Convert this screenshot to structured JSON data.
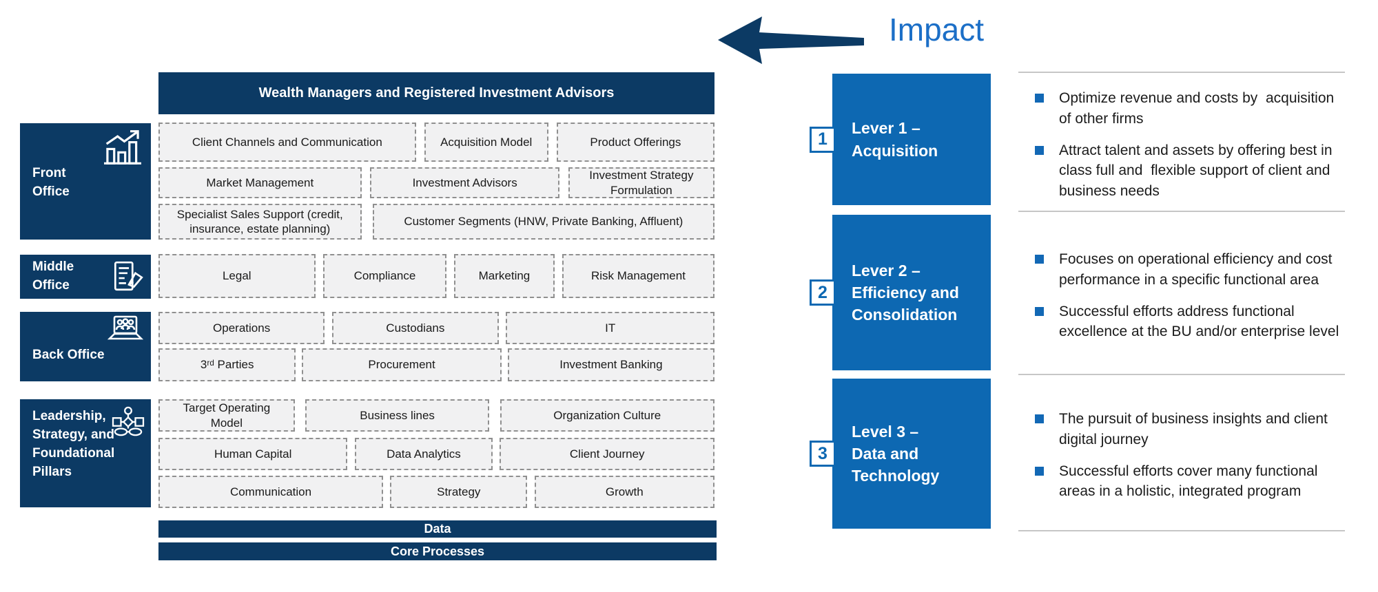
{
  "colors": {
    "navy": "#0C3A64",
    "lever_blue": "#0D68B2",
    "impact_blue": "#1C6FC7",
    "box_fill": "#F1F1F2",
    "box_border": "#8F8F8F",
    "separator": "#C6C6C6"
  },
  "impact": {
    "label": "Impact"
  },
  "matrix": {
    "header": "Wealth Managers and Registered Investment Advisors",
    "groups": [
      {
        "label": "Front\nOffice",
        "icon": "bar-chart-growth-icon",
        "rows": [
          [
            "Client Channels and Communication",
            "Acquisition Model",
            "Product Offerings"
          ],
          [
            "Market Management",
            "Investment Advisors",
            "Investment Strategy Formulation"
          ],
          [
            "Specialist Sales Support (credit, insurance, estate planning)",
            "Customer Segments (HNW, Private Banking, Affluent)"
          ]
        ]
      },
      {
        "label": "Middle\nOffice",
        "icon": "document-pen-icon",
        "rows": [
          [
            "Legal",
            "Compliance",
            "Marketing",
            "Risk Management"
          ]
        ]
      },
      {
        "label": "Back Office",
        "icon": "laptop-team-icon",
        "rows": [
          [
            "Operations",
            "Custodians",
            "IT"
          ],
          [
            "3ʳᵈ Parties",
            "Procurement",
            "Investment Banking"
          ]
        ]
      },
      {
        "label": "Leadership,\nStrategy, and\nFoundational\nPillars",
        "icon": "org-chart-icon",
        "rows": [
          [
            "Target Operating Model",
            "Business lines",
            "Organization Culture"
          ],
          [
            "Human Capital",
            "Data Analytics",
            "Client Journey"
          ],
          [
            "Communication",
            "Strategy",
            "Growth"
          ]
        ]
      }
    ],
    "bars": [
      "Data",
      "Core Processes"
    ]
  },
  "levers": [
    {
      "number": "1",
      "title": "Lever 1 –\nAcquisition",
      "bullets": [
        "Optimize revenue and costs by  acquisition of other firms",
        "Attract talent and assets by offering best in class full and  flexible support of client and business needs"
      ]
    },
    {
      "number": "2",
      "title": "Lever 2 –\nEfficiency and\nConsolidation",
      "bullets": [
        "Focuses on operational efficiency and cost performance in a specific functional area",
        "Successful efforts address functional excellence at the BU and/or enterprise level"
      ]
    },
    {
      "number": "3",
      "title": "Level 3 –\nData and\nTechnology",
      "bullets": [
        "The pursuit of business insights and client digital journey",
        "Successful efforts cover many functional areas in a holistic, integrated program"
      ]
    }
  ]
}
